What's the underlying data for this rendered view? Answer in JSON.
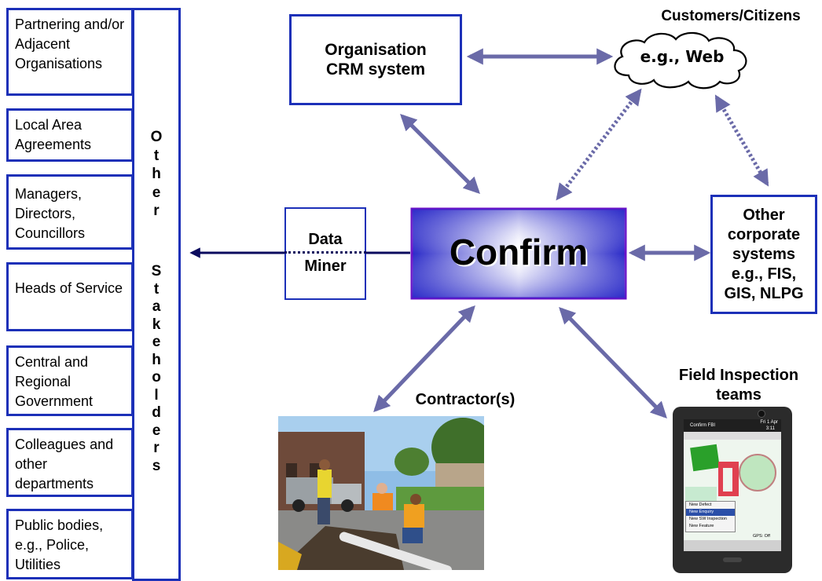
{
  "stakeholders": [
    "Partnering and/or Adjacent Organisations",
    "Local Area Agreements",
    "Managers, Directors, Councillors",
    "Heads of Service",
    "Central and Regional Government",
    "Colleagues and other departments",
    "Public bodies, e.g., Police, Utilities"
  ],
  "other_stakeholders": {
    "word1": "Other",
    "word2": "Stakeholders"
  },
  "crm": {
    "line1": "Organisation",
    "line2": "CRM system"
  },
  "customers": {
    "title": "Customers/Citizens",
    "cloud": "e.g., Web"
  },
  "confirm": {
    "label": "Confirm"
  },
  "data_miner": {
    "line1": "Data",
    "line2": "Miner"
  },
  "other_corporate": {
    "line1": "Other",
    "line2": "corporate",
    "line3": "systems",
    "line4": "e.g., FIS,",
    "line5": "GIS, NLPG"
  },
  "contractors": {
    "label": "Contractor(s)"
  },
  "field": {
    "line1": "Field Inspection",
    "line2": "teams"
  },
  "device": {
    "app_title": "Confirm FBI",
    "date": "Fri 1 Apr",
    "time": "3:11",
    "menu": [
      "New Defect",
      "New Enquiry",
      "New SW Inspection",
      "New Feature"
    ],
    "gps": "GPS: Off"
  },
  "colors": {
    "accent": "#1c30b8",
    "arrow": "#6a6aa8",
    "navy": "#0b0b5e"
  }
}
